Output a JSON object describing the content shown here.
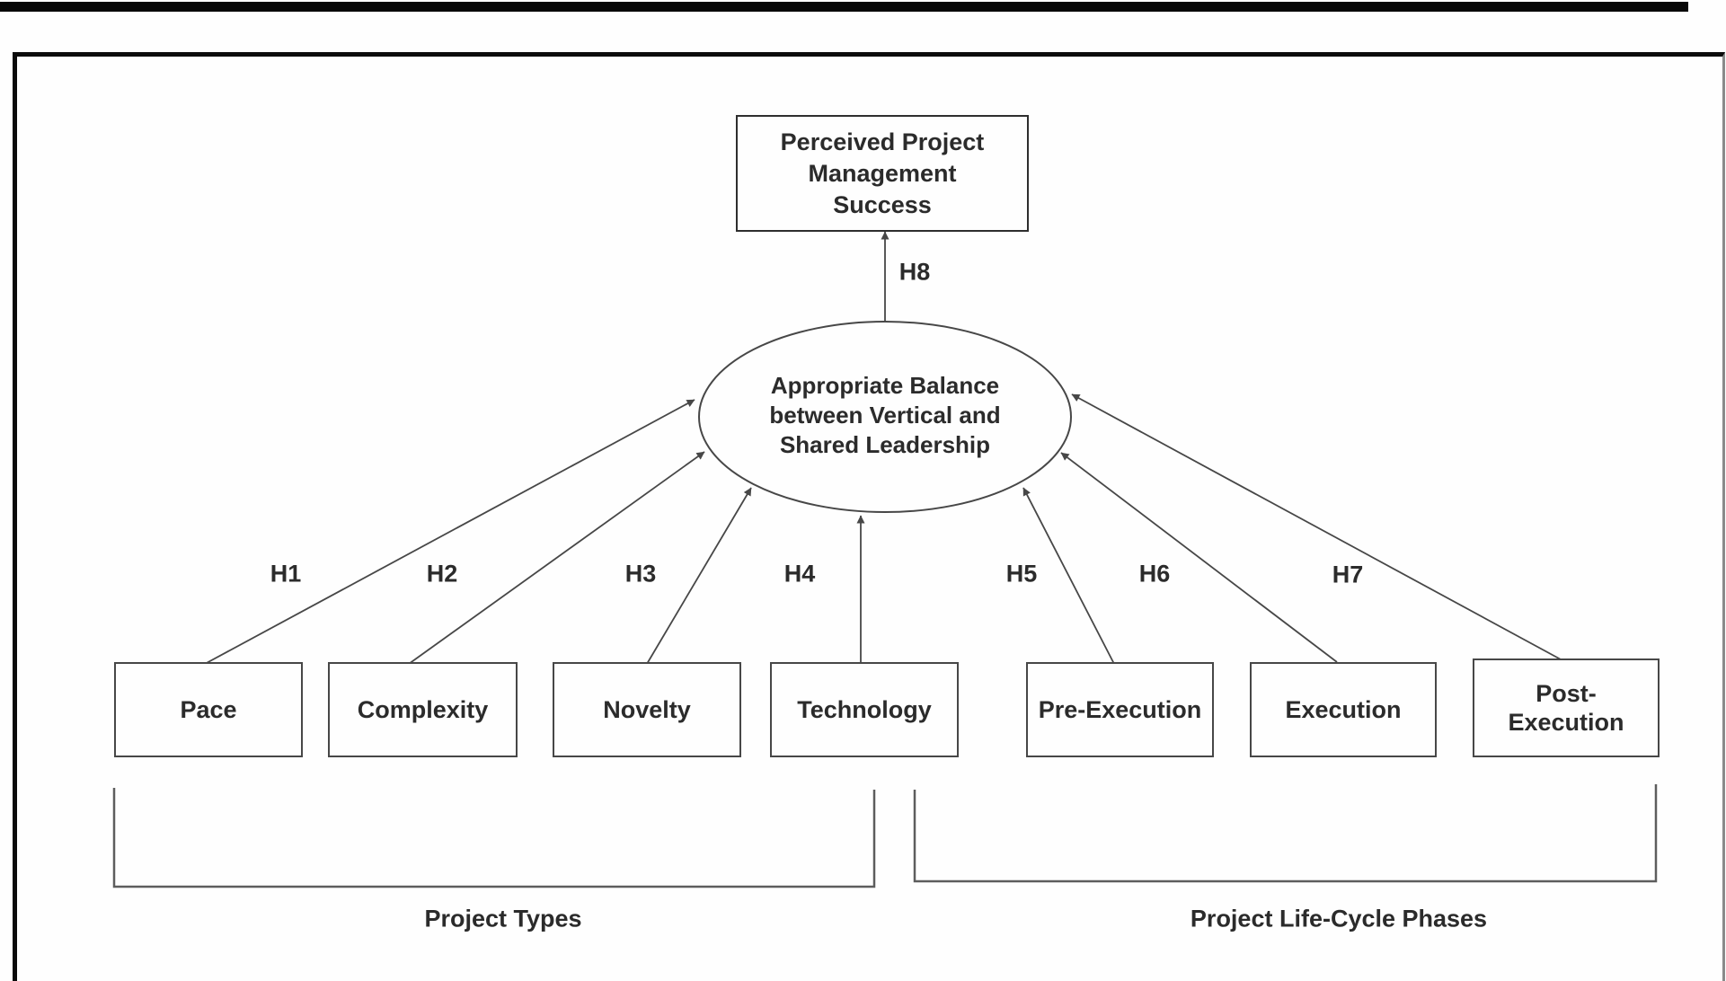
{
  "diagram": {
    "outcome_box": {
      "label": "Perceived Project Management Success"
    },
    "mediator": {
      "label": "Appropriate Balance between Vertical and Shared Leadership"
    },
    "factors": [
      {
        "id": "pace",
        "label": "Pace",
        "hypothesis": "H1"
      },
      {
        "id": "complexity",
        "label": "Complexity",
        "hypothesis": "H2"
      },
      {
        "id": "novelty",
        "label": "Novelty",
        "hypothesis": "H3"
      },
      {
        "id": "technology",
        "label": "Technology",
        "hypothesis": "H4"
      },
      {
        "id": "pre-execution",
        "label": "Pre-Execution",
        "hypothesis": "H5"
      },
      {
        "id": "execution",
        "label": "Execution",
        "hypothesis": "H6"
      },
      {
        "id": "post-execution",
        "label": "Post-Execution",
        "hypothesis": "H7"
      }
    ],
    "outcome_hypothesis": "H8",
    "groups": [
      {
        "id": "project-types",
        "label": "Project Types"
      },
      {
        "id": "life-cycle",
        "label": "Project Life-Cycle Phases"
      }
    ],
    "colors": {
      "line": "#474747",
      "bracket": "#5d5d5d",
      "text": "#2b2b2b",
      "top_rule": "#070707"
    }
  }
}
